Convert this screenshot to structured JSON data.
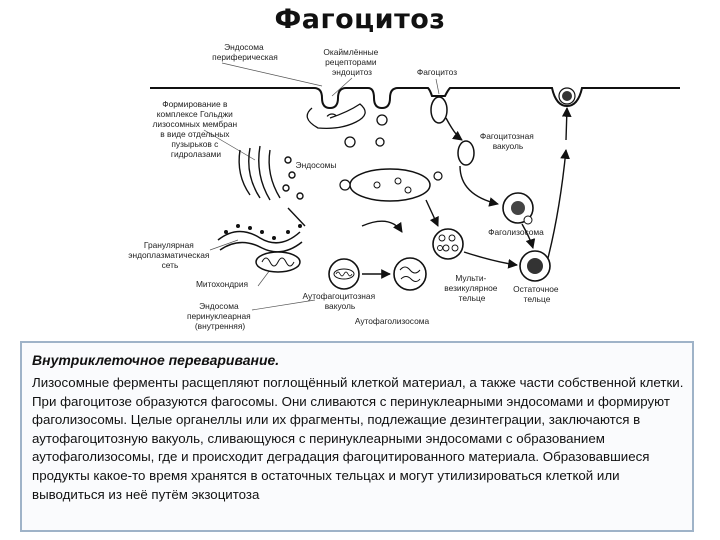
{
  "title": "Фагоцитоз",
  "labels": {
    "endosome_peripheral": [
      "Эндосома",
      "периферическая"
    ],
    "bordered_receptors": [
      "Окаймлённые",
      "рецепторами",
      "эндоцитоз"
    ],
    "phagocytosis": "Фагоцитоз",
    "golgi_formation": [
      "Формирование в",
      "комплексе Гольджи",
      "лизосомных мембран",
      "в виде отдельных",
      "пузырьков с",
      "гидролазами"
    ],
    "phagocytic_vacuole": [
      "Фагоцитозная",
      "вакуоль"
    ],
    "endosomes": "Эндосомы",
    "phagolysosome": "Фаголизосома",
    "granular_er": [
      "Гранулярная",
      "эндоплазматическая",
      "сеть"
    ],
    "mitochondrion": "Митохондрия",
    "endosome_perinuclear": [
      "Эндосома",
      "перинуклеарная",
      "(внутренняя)"
    ],
    "autophagic_vacuole": [
      "Аутофагоцитозная",
      "вакуоль"
    ],
    "multivesicular_body": [
      "Мульти-",
      "везикулярное",
      "тельце"
    ],
    "residual_body": [
      "Остаточное",
      "тельце"
    ],
    "autophagolysosome": "Аутофаголизосома"
  },
  "box": {
    "title": "Внутриклеточное переваривание.",
    "text": "Лизосомные ферменты расщепляют поглощённый клеткой материал, а также части собственной клетки. При фагоцитозе образуются фагосомы. Они сливаются с перинуклеарными эндосомами и формируют фаголизосомы. Целые органеллы или их фрагменты, подлежащие дезинтеграции, заключаются в аутофагоцитозную вакуоль, сливающуюся с перинуклеарными эндосомами с образованием аутофаголизосомы, где и происходит деградация фагоцитированного материала. Образовавшиеся продукты какое-то время хранятся в остаточных тельцах и могут утилизироваться клеткой или выводиться из неё путём экзоцитоза"
  }
}
